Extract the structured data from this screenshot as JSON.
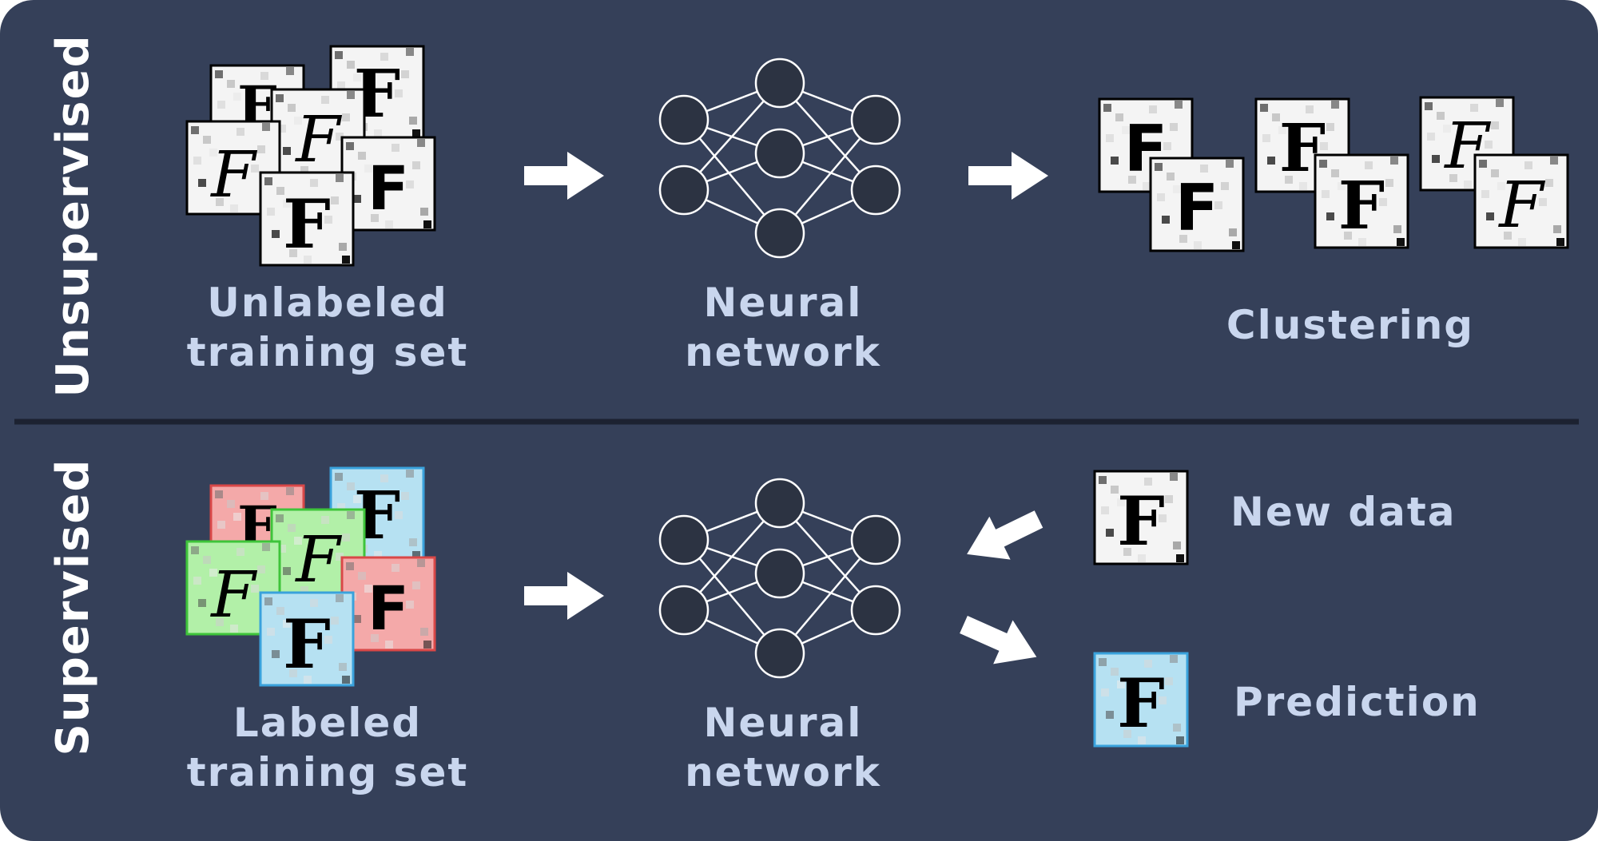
{
  "rows": {
    "unsupervised": {
      "side_label": "Unsupervised",
      "input_label_line1": "Unlabeled",
      "input_label_line2": "training set",
      "network_label_line1": "Neural",
      "network_label_line2": "network",
      "output_label": "Clustering"
    },
    "supervised": {
      "side_label": "Supervised",
      "input_label_line1": "Labeled",
      "input_label_line2": "training set",
      "network_label_line1": "Neural",
      "network_label_line2": "network",
      "new_data_label": "New data",
      "prediction_label": "Prediction"
    }
  },
  "tile_glyph": "F",
  "colors": {
    "background": "#354059",
    "divider": "#1c2231",
    "label_text": "#c9d6ee",
    "tile_red": "#f4a9a9",
    "tile_red_border": "#d94848",
    "tile_green": "#b2f0a8",
    "tile_green_border": "#3ec43a",
    "tile_blue": "#b6e1f2",
    "tile_blue_border": "#3aa2dc",
    "node_fill": "#2c3342",
    "node_stroke": "#ffffff"
  }
}
